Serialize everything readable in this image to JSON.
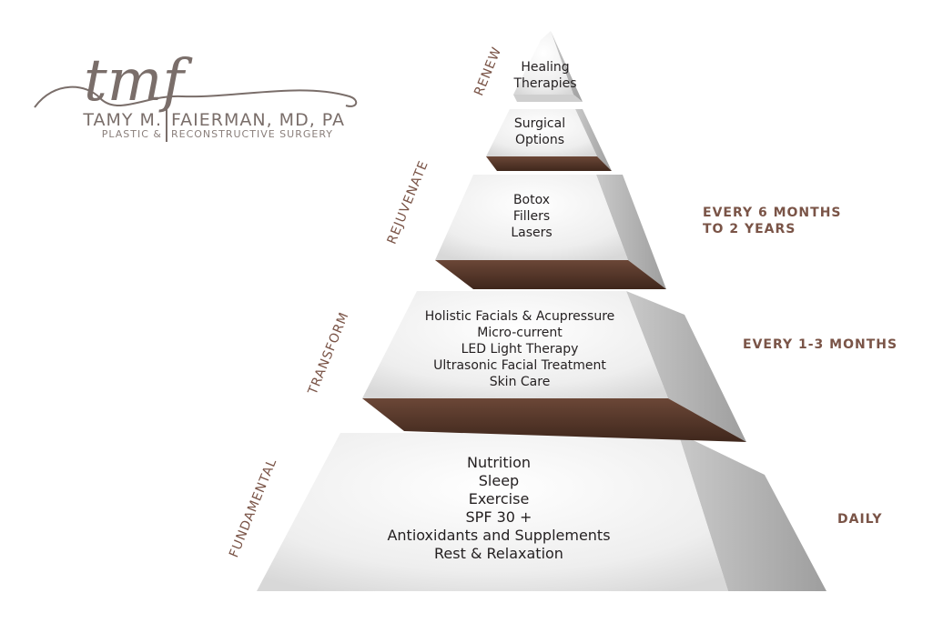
{
  "logo": {
    "monogram": "tmf",
    "name_left": "TAMY M.",
    "name_right": "FAIERMAN, MD, PA",
    "sub_left": "PLASTIC &",
    "sub_right": "RECONSTRUCTIVE SURGERY"
  },
  "tiers": [
    {
      "side_label": "RENEW",
      "lines": [
        "Healing",
        "Therapies"
      ],
      "frequency": []
    },
    {
      "side_label": "",
      "lines": [
        "Surgical",
        "Options"
      ],
      "frequency": []
    },
    {
      "side_label": "REJUVENATE",
      "lines": [
        "Botox",
        "Fillers",
        "Lasers"
      ],
      "frequency": [
        "EVERY 6 MONTHS",
        "TO 2 YEARS"
      ]
    },
    {
      "side_label": "TRANSFORM",
      "lines": [
        "Holistic Facials & Acupressure",
        "Micro-current",
        "LED Light Therapy",
        "Ultrasonic Facial Treatment",
        "Skin Care"
      ],
      "frequency": [
        "EVERY 1-3 MONTHS"
      ]
    },
    {
      "side_label": "FUNDAMENTAL",
      "lines": [
        "Nutrition",
        "Sleep",
        "Exercise",
        "SPF 30 +",
        "Antioxidants and Supplements",
        "Rest & Relaxation"
      ],
      "frequency": [
        "DAILY"
      ]
    }
  ],
  "colors": {
    "face": "#ececec",
    "side": "#b5b5b5",
    "shelf": "#5a3a2b",
    "label": "#7a5447",
    "text": "#231f20",
    "logo": "#7a6e6a"
  }
}
